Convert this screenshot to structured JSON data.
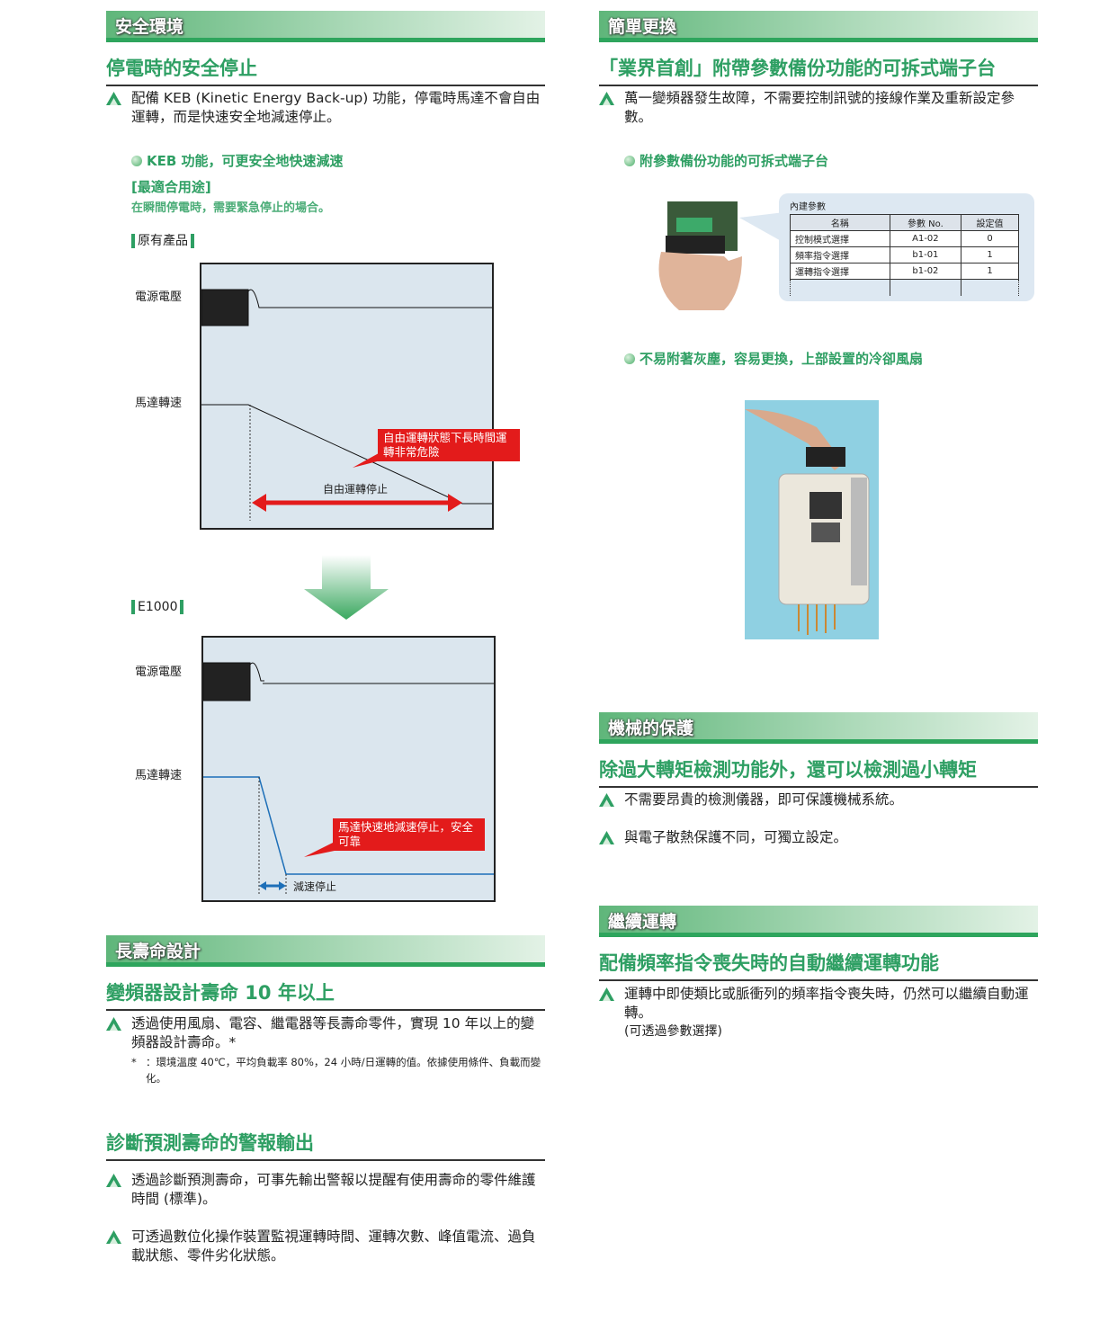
{
  "left": {
    "safety": {
      "header": "安全環境",
      "title": "停電時的安全停止",
      "bullet": "配備 KEB (Kinetic Energy Back-up) 功能，停電時馬達不會自由運轉，而是快速安全地減速停止。",
      "sub": "KEB 功能，可更安全地快速減速",
      "use_label": "[最適合用途]",
      "use_text": "在瞬間停電時，需要緊急停止的場合。",
      "old_label": "原有產品",
      "new_label": "E1000",
      "diagram_old": {
        "voltage": "電源電壓",
        "speed": "馬達轉速",
        "callout": "自由運轉狀態下長時間運轉非常危險",
        "span": "自由運轉停止"
      },
      "diagram_new": {
        "voltage": "電源電壓",
        "speed": "馬達轉速",
        "callout": "馬達快速地減速停止，安全可靠",
        "span": "減速停止"
      }
    },
    "life": {
      "header": "長壽命設計",
      "title": "變頻器設計壽命 10 年以上",
      "bullet": "透過使用風扇、電容、繼電器等長壽命零件，實現 10 年以上的變頻器設計壽命。*",
      "note_mark": "*",
      "note": "：環境溫度 40℃，平均負載率 80%，24 小時/日運轉的值。依據使用條件、負載而變化。"
    },
    "diag": {
      "title": "診斷預測壽命的警報輸出",
      "bullets": [
        "透過診斷預測壽命，可事先輸出警報以提醒有使用壽命的零件維護時間 (標準)。",
        "可透過數位化操作裝置監視運轉時間、運轉次數、峰值電流、過負載狀態、零件劣化狀態。"
      ]
    }
  },
  "right": {
    "easy": {
      "header": "簡單更換",
      "title": "「業界首創」附帶參數備份功能的可拆式端子台",
      "bullet": "萬一變頻器發生故障，不需要控制訊號的接線作業及重新設定參數。",
      "sub1": "附參數備份功能的可拆式端子台",
      "sub2": "不易附著灰塵，容易更換，上部設置的冷卻風扇",
      "table": {
        "caption": "內建參數",
        "headers": [
          "名稱",
          "參數 No.",
          "設定值"
        ],
        "rows": [
          [
            "控制模式選擇",
            "A1-02",
            "0"
          ],
          [
            "頻率指令選擇",
            "b1-01",
            "1"
          ],
          [
            "運轉指令選擇",
            "b1-02",
            "1"
          ]
        ]
      }
    },
    "mech": {
      "header": "機械的保護",
      "title": "除過大轉矩檢測功能外，還可以檢測過小轉矩",
      "bullets": [
        "不需要昂貴的檢測儀器，即可保護機械系統。",
        "與電子散熱保護不同，可獨立設定。"
      ]
    },
    "cont": {
      "header": "繼續運轉",
      "title": "配備頻率指令喪失時的自動繼續運轉功能",
      "bullet": "運轉中即使類比或脈衝列的頻率指令喪失時，仍然可以繼續自動運轉。",
      "note": "(可透過參數選擇)"
    }
  },
  "colors": {
    "green": "#2e9f63",
    "red": "#e31b1b",
    "diagram_bg": "#dbe6ee"
  }
}
